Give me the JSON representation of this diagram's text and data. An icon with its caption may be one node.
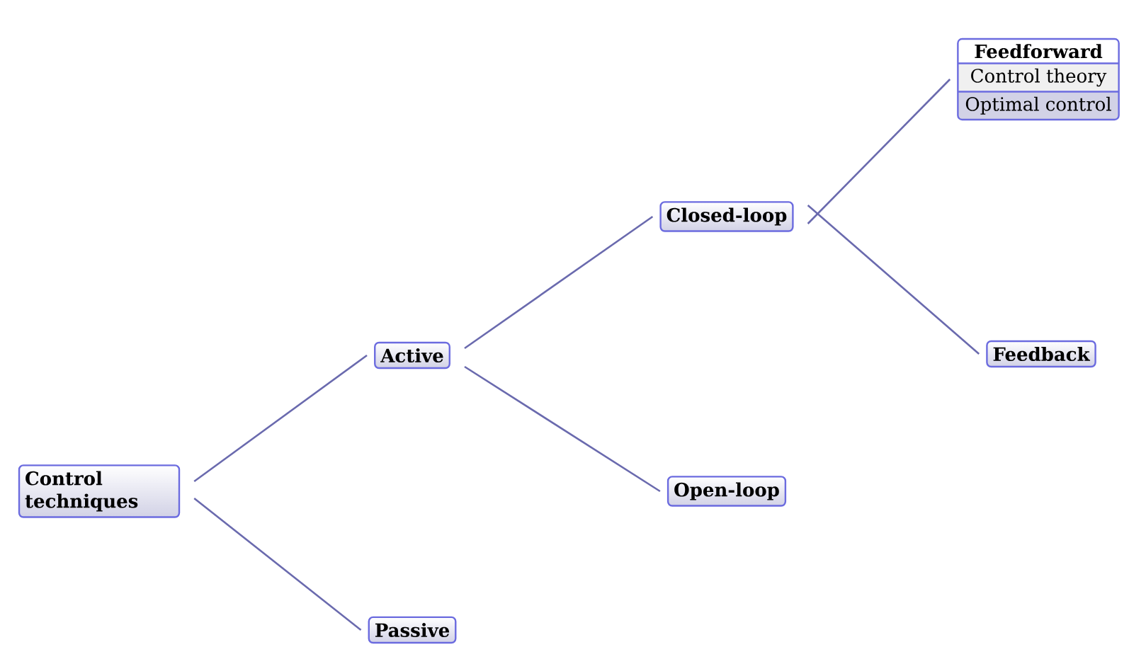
{
  "diagram": {
    "nodes": [
      {
        "text": [
          "Control techniques"
        ]
      },
      {
        "text": [
          "Active"
        ]
      },
      {
        "text": [
          "Passive"
        ]
      },
      {
        "text": [
          "Closed-loop"
        ]
      },
      {
        "text": [
          "Open-loop"
        ]
      },
      {
        "text": [
          "Feedforward",
          "Control theory",
          "Optimal control"
        ]
      },
      {
        "text": [
          "Feedback"
        ]
      }
    ],
    "edges": [
      {
        "from": 0,
        "to": 1,
        "arrow": "none"
      },
      {
        "from": 0,
        "to": 2,
        "arrow": "none"
      },
      {
        "from": 1,
        "to": 3,
        "arrow": "none"
      },
      {
        "from": 1,
        "to": 4,
        "arrow": "none"
      },
      {
        "from": 3,
        "to": 5,
        "arrow": "none"
      },
      {
        "from": 3,
        "to": 6,
        "arrow": "none"
      }
    ]
  }
}
